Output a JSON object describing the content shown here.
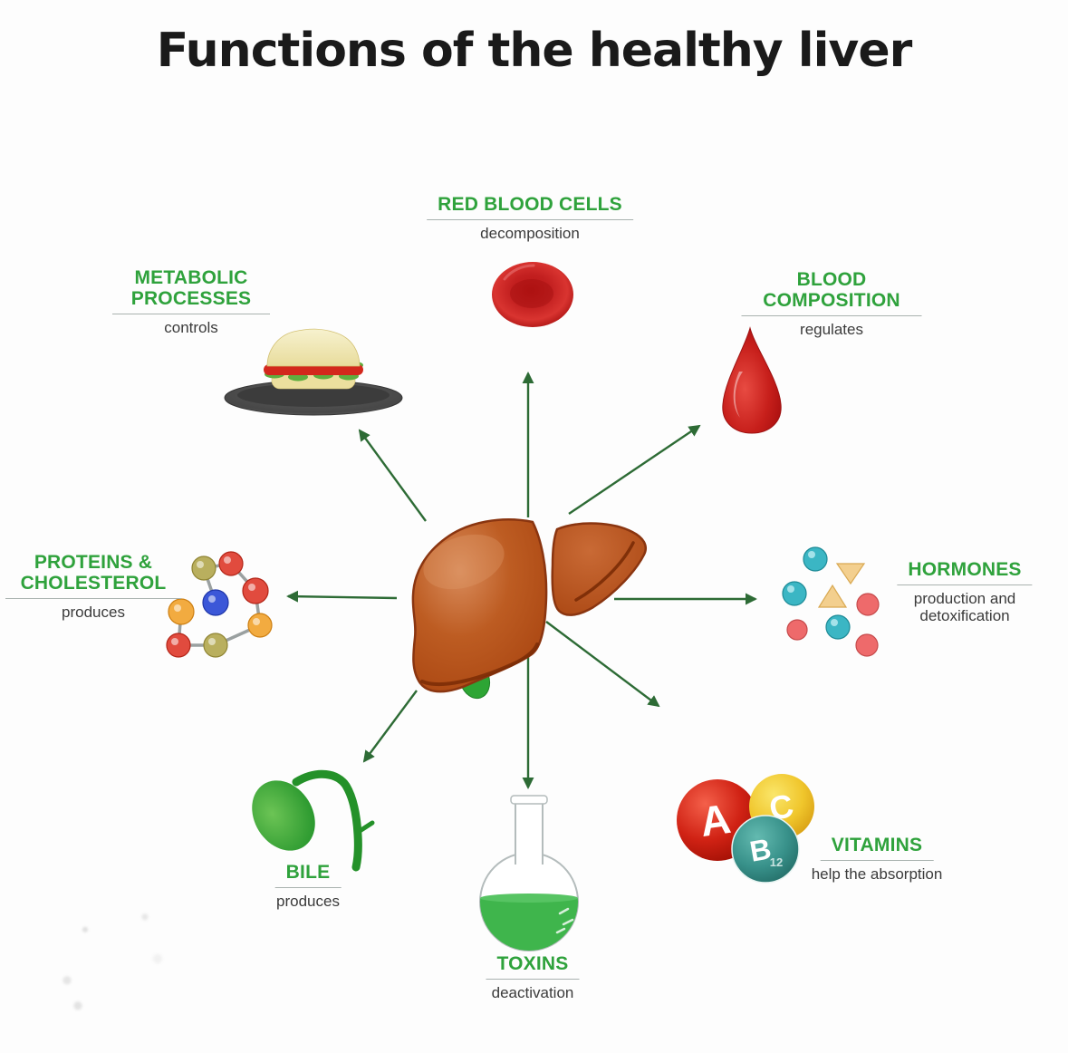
{
  "title": "Functions of the healthy liver",
  "colors": {
    "background": "#fdfdfd",
    "title_text": "#1a1a1a",
    "heading_green": "#2fa23c",
    "sublabel_gray": "#3b3b3b",
    "underline_gray": "#a9b2af",
    "arrow_green": "#2d6b35",
    "liver_brown": "#b5521d",
    "liver_outline": "#8a3510",
    "gallbladder_green": "#2fa136",
    "blood_red": "#cc2025",
    "flask_liquid_green": "#3fb54c"
  },
  "center_icon": "liver-gallbladder-icon",
  "functions": [
    {
      "id": "red-blood-cells",
      "label": "RED BLOOD CELLS",
      "sublabel": "decomposition",
      "icon": "red-blood-cell-icon"
    },
    {
      "id": "blood-composition",
      "label": "BLOOD COMPOSITION",
      "sublabel": "regulates",
      "icon": "blood-drop-icon"
    },
    {
      "id": "hormones",
      "label": "HORMONES",
      "sublabel": "production and detoxification",
      "icon": "hormone-molecules-icon"
    },
    {
      "id": "vitamins",
      "label": "VITAMINS",
      "sublabel": "help the absorption",
      "icon": "vitamin-balls-icon",
      "balls": [
        {
          "letter": "A"
        },
        {
          "letter": "C"
        },
        {
          "letter": "B",
          "subscript": "12"
        }
      ]
    },
    {
      "id": "toxins",
      "label": "TOXINS",
      "sublabel": "deactivation",
      "icon": "flask-icon"
    },
    {
      "id": "bile",
      "label": "BILE",
      "sublabel": "produces",
      "icon": "gallbladder-icon"
    },
    {
      "id": "proteins-cholesterol",
      "label": "PROTEINS & CHOLESTEROL",
      "sublabel": "produces",
      "icon": "molecule-chain-icon"
    },
    {
      "id": "metabolic-processes",
      "label": "METABOLIC PROCESSES",
      "sublabel": "controls",
      "icon": "burger-plate-icon"
    }
  ]
}
